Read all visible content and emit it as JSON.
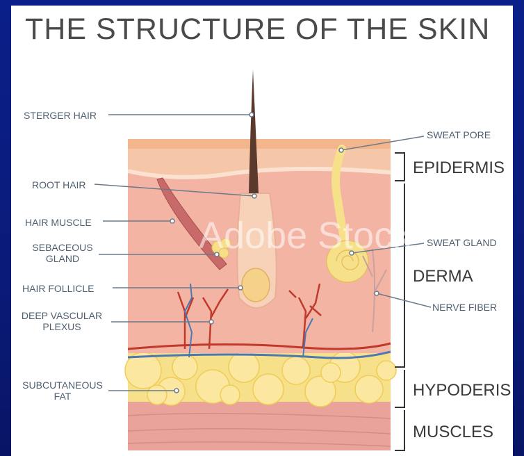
{
  "title": "THE STRUCTURE OF THE SKIN",
  "labels": {
    "sterger_hair": "STERGER HAIR",
    "root_hair": "ROOT HAIR",
    "hair_muscle": "HAIR MUSCLE",
    "sebaceous_gland": [
      "SEBACEOUS",
      "GLAND"
    ],
    "hair_follicle": "HAIR FOLLICLE",
    "deep_vascular_plexus": [
      "DEEP VASCULAR",
      "PLEXUS"
    ],
    "subcutaneous_fat": [
      "SUBCUTANEOUS",
      "FAT"
    ],
    "sweat_pore": "SWEAT PORE",
    "sweat_gland": "SWEAT GLAND",
    "nerve_fiber": "NERVE FIBER"
  },
  "layers": {
    "epidermis": "EPIDERMIS",
    "derma": "DERMA",
    "hypodermis": "HYPODERIS",
    "muscles": "MUSCLES"
  },
  "watermark": "Adobe Stock",
  "colors": {
    "background": "#0b1f8a",
    "epidermis": "#f6c6a8",
    "derma": "#f3b4a4",
    "fat": "#f7dd6e",
    "muscle": "#e9a39a",
    "artery": "#c0392b",
    "vein": "#4a78b5",
    "label_text": "#4f5f6f"
  }
}
